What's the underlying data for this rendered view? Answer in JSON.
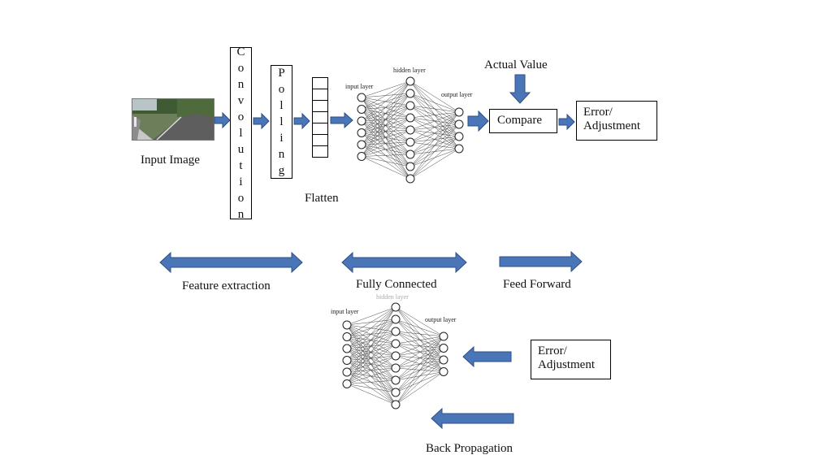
{
  "input_image_label": "Input Image",
  "convolution_letters": [
    "C",
    "o",
    "n",
    "v",
    "o",
    "l",
    "u",
    "t",
    "i",
    "o",
    "n"
  ],
  "polling_letters": [
    "P",
    "o",
    "l",
    "l",
    "i",
    "n",
    "g"
  ],
  "flatten_label": "Flatten",
  "nn_top": {
    "input_layer": "input layer",
    "hidden_layer": "hidden layer",
    "output_layer": "output layer"
  },
  "nn_bottom": {
    "input_layer": "input layer",
    "hidden_layer": "hidden layer",
    "output_layer": "output layer"
  },
  "actual_value_label": "Actual Value",
  "compare_label": "Compare",
  "error_top_line1": "Error/",
  "error_top_line2": "Adjustment",
  "error_bottom_line1": "Error/",
  "error_bottom_line2": "Adjustment",
  "feature_extraction_label": "Feature extraction",
  "fully_connected_label": "Fully Connected",
  "feed_forward_label": "Feed Forward",
  "back_propagation_label": "Back Propagation",
  "colors": {
    "arrow_fill": "#4a76b8",
    "arrow_stroke": "#2d4f86"
  }
}
